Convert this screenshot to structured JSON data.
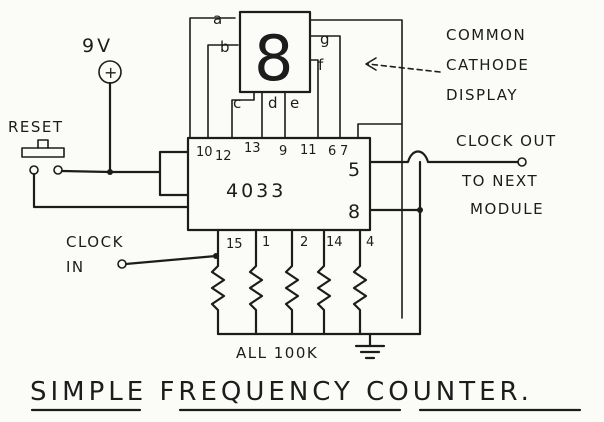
{
  "diagram": {
    "supply_label": "9V",
    "supply_symbol": "+",
    "reset_label": "RESET",
    "ic_label": "4033",
    "display_label": [
      "COMMON",
      "CATHODE",
      "DISPLAY"
    ],
    "display_pins": {
      "a": "a",
      "b": "b",
      "c": "c",
      "d": "d",
      "e": "e",
      "f": "f",
      "g": "g"
    },
    "display_digit": "8",
    "ic_top_pins": [
      "10",
      "12",
      "13",
      "9",
      "11",
      "6",
      "7"
    ],
    "ic_right_pins": [
      "5",
      "8"
    ],
    "ic_bottom_pins": [
      "15",
      "1",
      "2",
      "14",
      "4"
    ],
    "clock_in_label": [
      "CLOCK",
      "IN"
    ],
    "clock_out_label": [
      "CLOCK OUT",
      "TO NEXT",
      "MODULE"
    ],
    "resistor_label": "ALL 100K",
    "title": "SIMPLE FREQUENCY COUNTER."
  }
}
